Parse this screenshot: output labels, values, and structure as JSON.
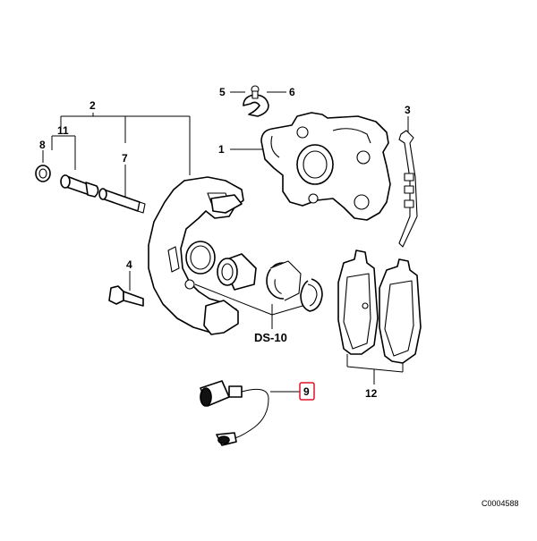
{
  "callouts": {
    "c1": "1",
    "c2": "2",
    "c3": "3",
    "c4": "4",
    "c5": "5",
    "c6": "6",
    "c7": "7",
    "c8": "8",
    "c9": "9",
    "c11": "11",
    "c12": "12",
    "ds10": "DS-10"
  },
  "highlight_color": "#e0102a",
  "reference_code": "C0004588"
}
